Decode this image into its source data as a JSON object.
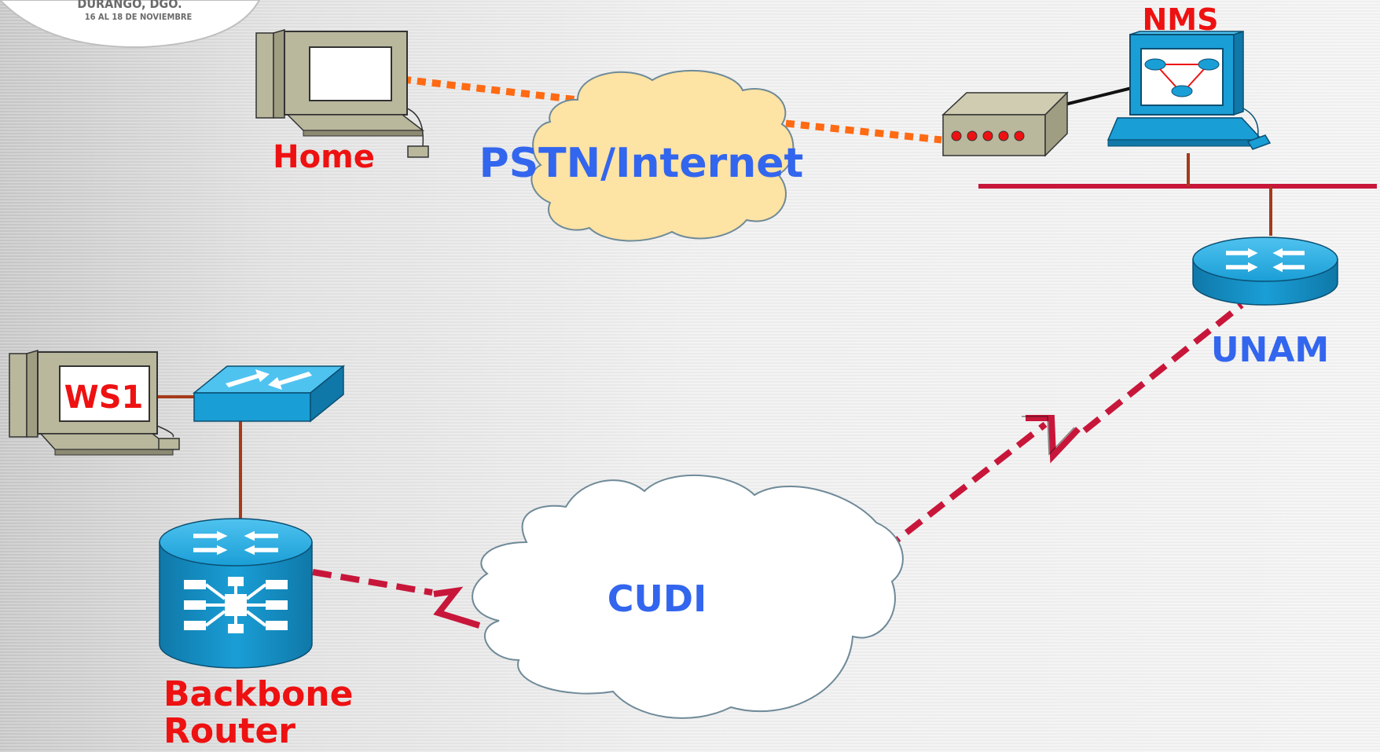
{
  "logo": {
    "line1": "DURANGO, DGO.",
    "line2": "16 AL 18 DE NOVIEMBRE"
  },
  "nodes": {
    "home": {
      "label": "Home",
      "icon": "workstation-icon"
    },
    "nms": {
      "label": "NMS",
      "icon": "workstation-icon"
    },
    "ws1": {
      "label": "WS1",
      "icon": "workstation-icon"
    },
    "unam": {
      "label": "UNAM",
      "icon": "router-icon"
    },
    "backbone": {
      "label_line1": "Backbone",
      "label_line2": "Router",
      "icon": "backbone-router-icon"
    },
    "modem": {
      "icon": "modem-icon"
    },
    "switch": {
      "icon": "switch-icon"
    }
  },
  "clouds": {
    "pstn": {
      "label": "PSTN/Internet",
      "fill": "#fde3a4"
    },
    "cudi": {
      "label": "CUDI",
      "fill": "#ffffff"
    }
  },
  "colors": {
    "red_label": "#ee1111",
    "blue_label": "#3366ee",
    "dialup_link": "#ff6a13",
    "wan_link": "#c8163a",
    "lan_link": "#a63a1a",
    "device_blue": "#1a9ed6"
  }
}
